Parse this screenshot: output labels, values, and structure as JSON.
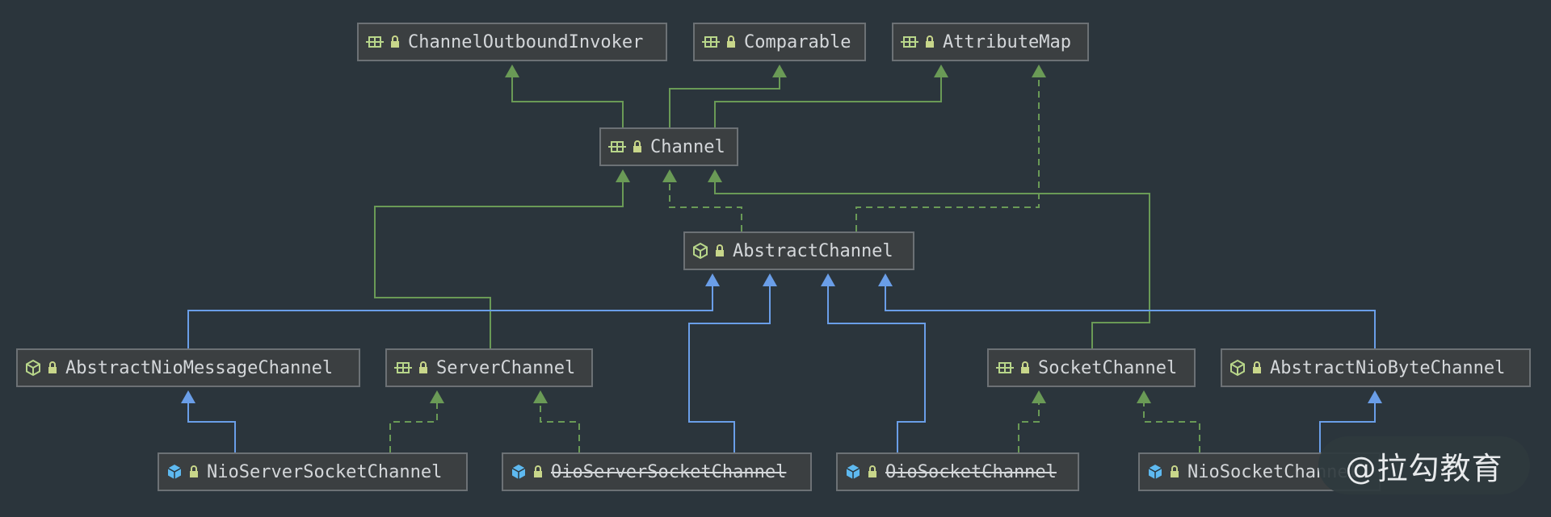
{
  "colors": {
    "background": "#2b353c",
    "implements_edge": "#6a9a56",
    "extends_edge": "#6a9ee8",
    "interface_icon": "#b8d68a",
    "abstract_class_icon": "#b8d68a",
    "class_icon": "#5eb9f0",
    "lock_icon": "#c8d68a"
  },
  "nodes": [
    {
      "id": "channel-outbound-invoker",
      "label": "ChannelOutboundInvoker",
      "icon": "interface-icon",
      "deprecated": false
    },
    {
      "id": "comparable",
      "label": "Comparable",
      "icon": "interface-icon",
      "deprecated": false
    },
    {
      "id": "attribute-map",
      "label": "AttributeMap",
      "icon": "interface-icon",
      "deprecated": false
    },
    {
      "id": "channel",
      "label": "Channel",
      "icon": "interface-icon",
      "deprecated": false
    },
    {
      "id": "abstract-channel",
      "label": "AbstractChannel",
      "icon": "abstract-class-icon",
      "deprecated": false
    },
    {
      "id": "abstract-nio-message-channel",
      "label": "AbstractNioMessageChannel",
      "icon": "abstract-class-icon",
      "deprecated": false
    },
    {
      "id": "server-channel",
      "label": "ServerChannel",
      "icon": "interface-icon",
      "deprecated": false
    },
    {
      "id": "socket-channel",
      "label": "SocketChannel",
      "icon": "interface-icon",
      "deprecated": false
    },
    {
      "id": "abstract-nio-byte-channel",
      "label": "AbstractNioByteChannel",
      "icon": "abstract-class-icon",
      "deprecated": false
    },
    {
      "id": "nio-server-socket-channel",
      "label": "NioServerSocketChannel",
      "icon": "class-icon",
      "deprecated": false
    },
    {
      "id": "oio-server-socket-channel",
      "label": "OioServerSocketChannel",
      "icon": "class-icon",
      "deprecated": true
    },
    {
      "id": "oio-socket-channel",
      "label": "OioSocketChannel",
      "icon": "class-icon",
      "deprecated": true
    },
    {
      "id": "nio-socket-channel",
      "label": "NioSocketChannel",
      "icon": "class-icon",
      "deprecated": false
    }
  ],
  "edges": [
    {
      "from": "channel",
      "to": "channel-outbound-invoker",
      "kind": "implements",
      "style": "solid"
    },
    {
      "from": "channel",
      "to": "comparable",
      "kind": "implements",
      "style": "solid"
    },
    {
      "from": "channel",
      "to": "attribute-map",
      "kind": "implements",
      "style": "solid"
    },
    {
      "from": "abstract-channel",
      "to": "channel",
      "kind": "implements",
      "style": "dashed"
    },
    {
      "from": "abstract-channel",
      "to": "attribute-map",
      "kind": "implements",
      "style": "dashed"
    },
    {
      "from": "server-channel",
      "to": "channel",
      "kind": "implements",
      "style": "solid"
    },
    {
      "from": "socket-channel",
      "to": "channel",
      "kind": "implements",
      "style": "solid"
    },
    {
      "from": "abstract-nio-message-channel",
      "to": "abstract-channel",
      "kind": "extends",
      "style": "solid"
    },
    {
      "from": "oio-server-socket-channel",
      "to": "abstract-channel",
      "kind": "extends",
      "style": "solid"
    },
    {
      "from": "oio-socket-channel",
      "to": "abstract-channel",
      "kind": "extends",
      "style": "solid"
    },
    {
      "from": "abstract-nio-byte-channel",
      "to": "abstract-channel",
      "kind": "extends",
      "style": "solid"
    },
    {
      "from": "nio-server-socket-channel",
      "to": "abstract-nio-message-channel",
      "kind": "extends",
      "style": "solid"
    },
    {
      "from": "nio-server-socket-channel",
      "to": "server-channel",
      "kind": "implements",
      "style": "dashed"
    },
    {
      "from": "oio-server-socket-channel",
      "to": "server-channel",
      "kind": "implements",
      "style": "dashed"
    },
    {
      "from": "oio-socket-channel",
      "to": "socket-channel",
      "kind": "implements",
      "style": "dashed"
    },
    {
      "from": "nio-socket-channel",
      "to": "socket-channel",
      "kind": "implements",
      "style": "dashed"
    },
    {
      "from": "nio-socket-channel",
      "to": "abstract-nio-byte-channel",
      "kind": "extends",
      "style": "solid"
    }
  ],
  "watermark": "@拉勾教育"
}
